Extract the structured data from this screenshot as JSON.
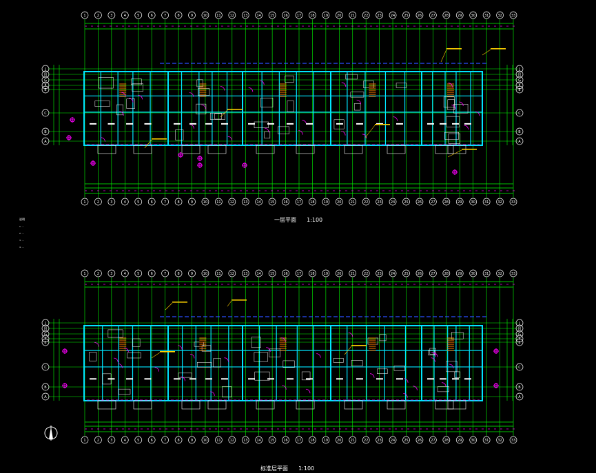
{
  "drawing": {
    "background": "#000000",
    "colors": {
      "grid": "#00ff00",
      "wall": "#00e5ff",
      "blue": "#2a4cff",
      "magenta": "#ff00ff",
      "white": "#ffffff",
      "yellow": "#ffd200",
      "orange": "#ff7a00",
      "red": "#ff3030"
    }
  },
  "plan_top": {
    "title": "一层平面",
    "scale": "1:100",
    "column_bubbles": [
      "1",
      "2",
      "3",
      "4",
      "5",
      "6",
      "7",
      "8",
      "9",
      "10",
      "11",
      "12",
      "13",
      "14",
      "15",
      "16",
      "17",
      "18",
      "19",
      "20",
      "21",
      "22",
      "23",
      "24",
      "25",
      "26",
      "27",
      "28",
      "29",
      "30",
      "31",
      "32",
      "33"
    ],
    "row_bubbles": [
      "J",
      "H",
      "G",
      "F",
      "E",
      "C",
      "B",
      "A"
    ]
  },
  "plan_bottom": {
    "title": "标准层平面",
    "scale": "1:100",
    "column_bubbles": [
      "1",
      "2",
      "3",
      "4",
      "5",
      "6",
      "7",
      "8",
      "9",
      "10",
      "11",
      "12",
      "13",
      "14",
      "15",
      "16",
      "17",
      "18",
      "19",
      "20",
      "21",
      "22",
      "23",
      "24",
      "25",
      "26",
      "27",
      "28",
      "29",
      "30",
      "31",
      "32",
      "33"
    ],
    "row_bubbles": [
      "J",
      "H",
      "G",
      "F",
      "E",
      "C",
      "B",
      "A"
    ]
  },
  "notes": {
    "heading": "说明",
    "lines": [
      "1. ...",
      "2. ...",
      "3. ...",
      "4. ..."
    ]
  }
}
